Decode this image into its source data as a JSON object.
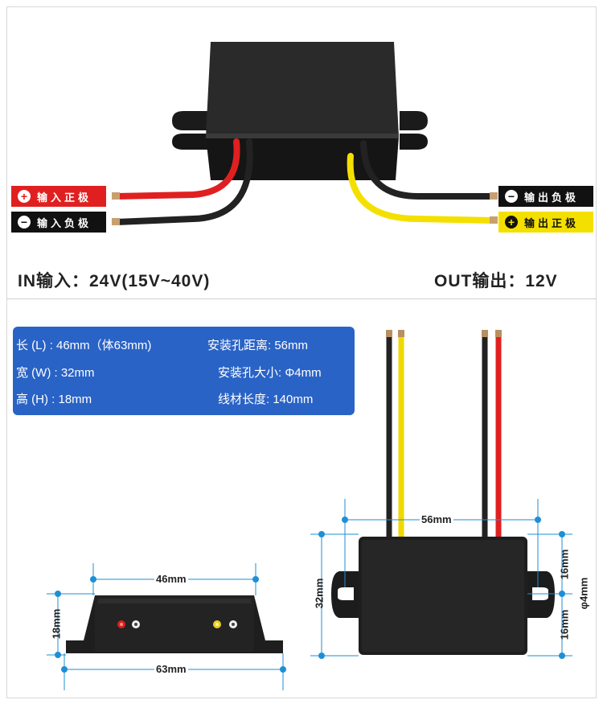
{
  "labels": {
    "input_positive": {
      "symbol": "+",
      "text": "输入正极"
    },
    "input_negative": {
      "symbol": "−",
      "text": "输入负极"
    },
    "output_negative": {
      "symbol": "−",
      "text": "输出负极"
    },
    "output_positive": {
      "symbol": "+",
      "text": "输出正极"
    }
  },
  "voltage": {
    "input": "IN输入：24V(15V~40V)",
    "output": "OUT输出：12V"
  },
  "specs": {
    "length": "长 (L) : 46mm（体63mm)",
    "width": "宽 (W) : 32mm",
    "height": "高 (H) : 18mm",
    "hole_spacing": "安装孔距离: 56mm",
    "hole_size": "安装孔大小: Φ4mm",
    "wire_length": "线材长度: 140mm"
  },
  "dimensions": {
    "hole_distance": "56mm",
    "body_width": "32mm",
    "hole_offset_top": "16mm",
    "hole_offset_bottom": "16mm",
    "hole_diameter": "φ4mm",
    "top_length": "46mm",
    "bottom_length": "63mm",
    "height": "18mm"
  },
  "colors": {
    "red": "#e02020",
    "black": "#111111",
    "yellow": "#f4e000",
    "spec_blue": "#2a63c6",
    "dim_blue": "#1e8fd6"
  }
}
